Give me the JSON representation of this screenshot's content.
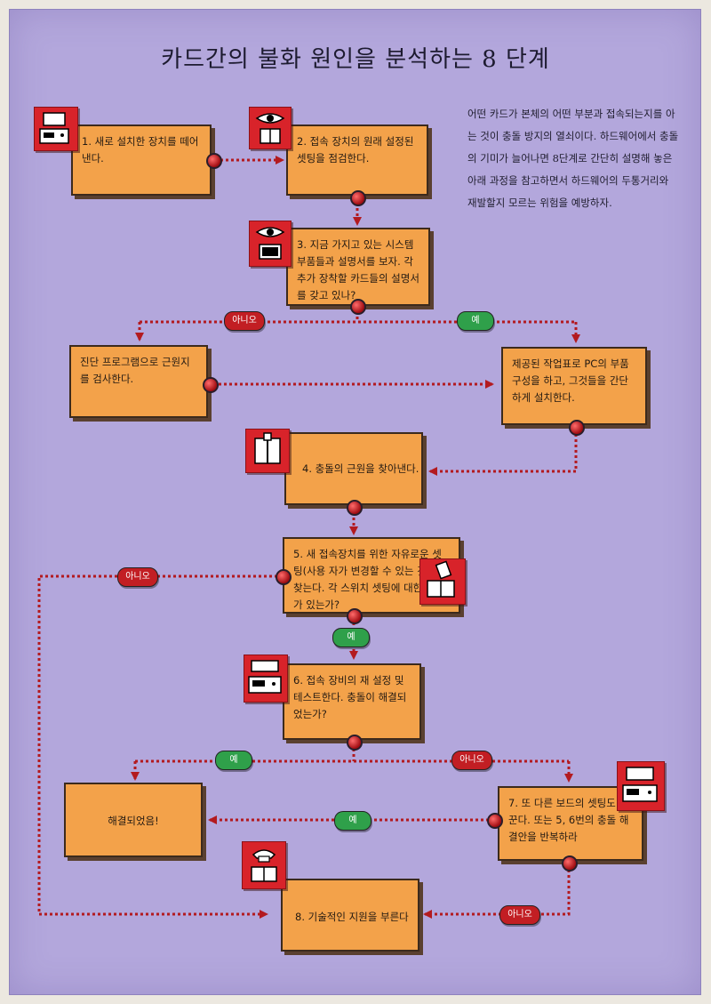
{
  "title": "카드간의 불화 원인을 분석하는 8 단계",
  "intro": "어떤 카드가 본체의 어떤 부분과 접속되는지를 아는 것이 충돌 방지의 열쇠이다. 하드웨어에서 충돌의 기미가 늘어나면 8단계로 간단히 설명해 놓은 아래 과정을 참고하면서 하드웨어의 두통거리와 재발할지 모르는 위험을 예방하자.",
  "colors": {
    "background": "#b3a7dc",
    "box": "#f3a24a",
    "icon": "#d8232a",
    "no_badge": "#c21e23",
    "yes_badge": "#2fa04a",
    "connector": "#b31a1f"
  },
  "steps": {
    "s1": "1. 새로 설치한 장치를 떼어낸다.",
    "s2": "2. 접속 장치의 원래 설정된 셋팅을 점검한다.",
    "s3": "3. 지금 가지고 있는 시스템 부품들과 설명서를 보자. 각 추가 장착할 카드들의 설명서를 갖고 있나?",
    "diag": "진단 프로그램으로 근원지를 검사한다.",
    "provided": "제공된 작업표로 PC의 부품 구성을 하고, 그것들을 간단하게 설치한다.",
    "s4": "4. 충돌의 근원을 찾아낸다.",
    "s5": "5. 새 접속장치를 위한 자유로운 셋팅(사용 자가 변경할 수 있는 것)을 찾는다. 각 스위치 셋팅에 대한 정보가 있는가?",
    "s6": "6. 접속 장비의 재 설정 및 테스트한다. 충돌이 해결되었는가?",
    "solved": "해결되었음!",
    "s7": "7. 또 다른 보드의 셋팅도 바꾼다. 또는 5, 6번의 충돌 해결안을 반복하라",
    "s8": "8. 기술적인 지원을 부른다"
  },
  "badges": {
    "no": "아니오",
    "yes": "예"
  },
  "icons": {
    "s1": "computer-printer-icon",
    "s2": "eye-manual-icon",
    "s3": "eye-computer-icon",
    "s4": "manual-book-icon",
    "s5": "card-manual-icon",
    "s6": "computer-printer-icon",
    "s7": "computer-printer-icon",
    "s8": "telephone-manual-icon"
  }
}
